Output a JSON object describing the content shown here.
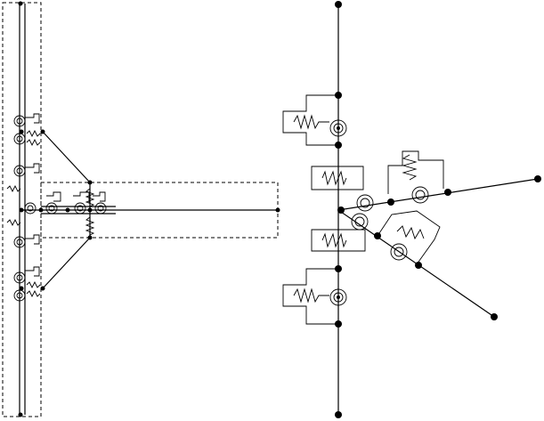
{
  "diagram": {
    "kind": "mechanical-linkage-schematic",
    "stroke_color": "#000000",
    "background": "#ffffff",
    "left_figure": {
      "name": "compact-multibody-tree",
      "joint_symbols": [
        "spring-icon",
        "spiral-torsion-icon",
        "node-dot"
      ]
    },
    "right_figure": {
      "name": "expanded-spring-joint-tree",
      "joint_symbols": [
        "spring-icon",
        "spiral-torsion-icon",
        "node-dot"
      ]
    },
    "labels": []
  }
}
